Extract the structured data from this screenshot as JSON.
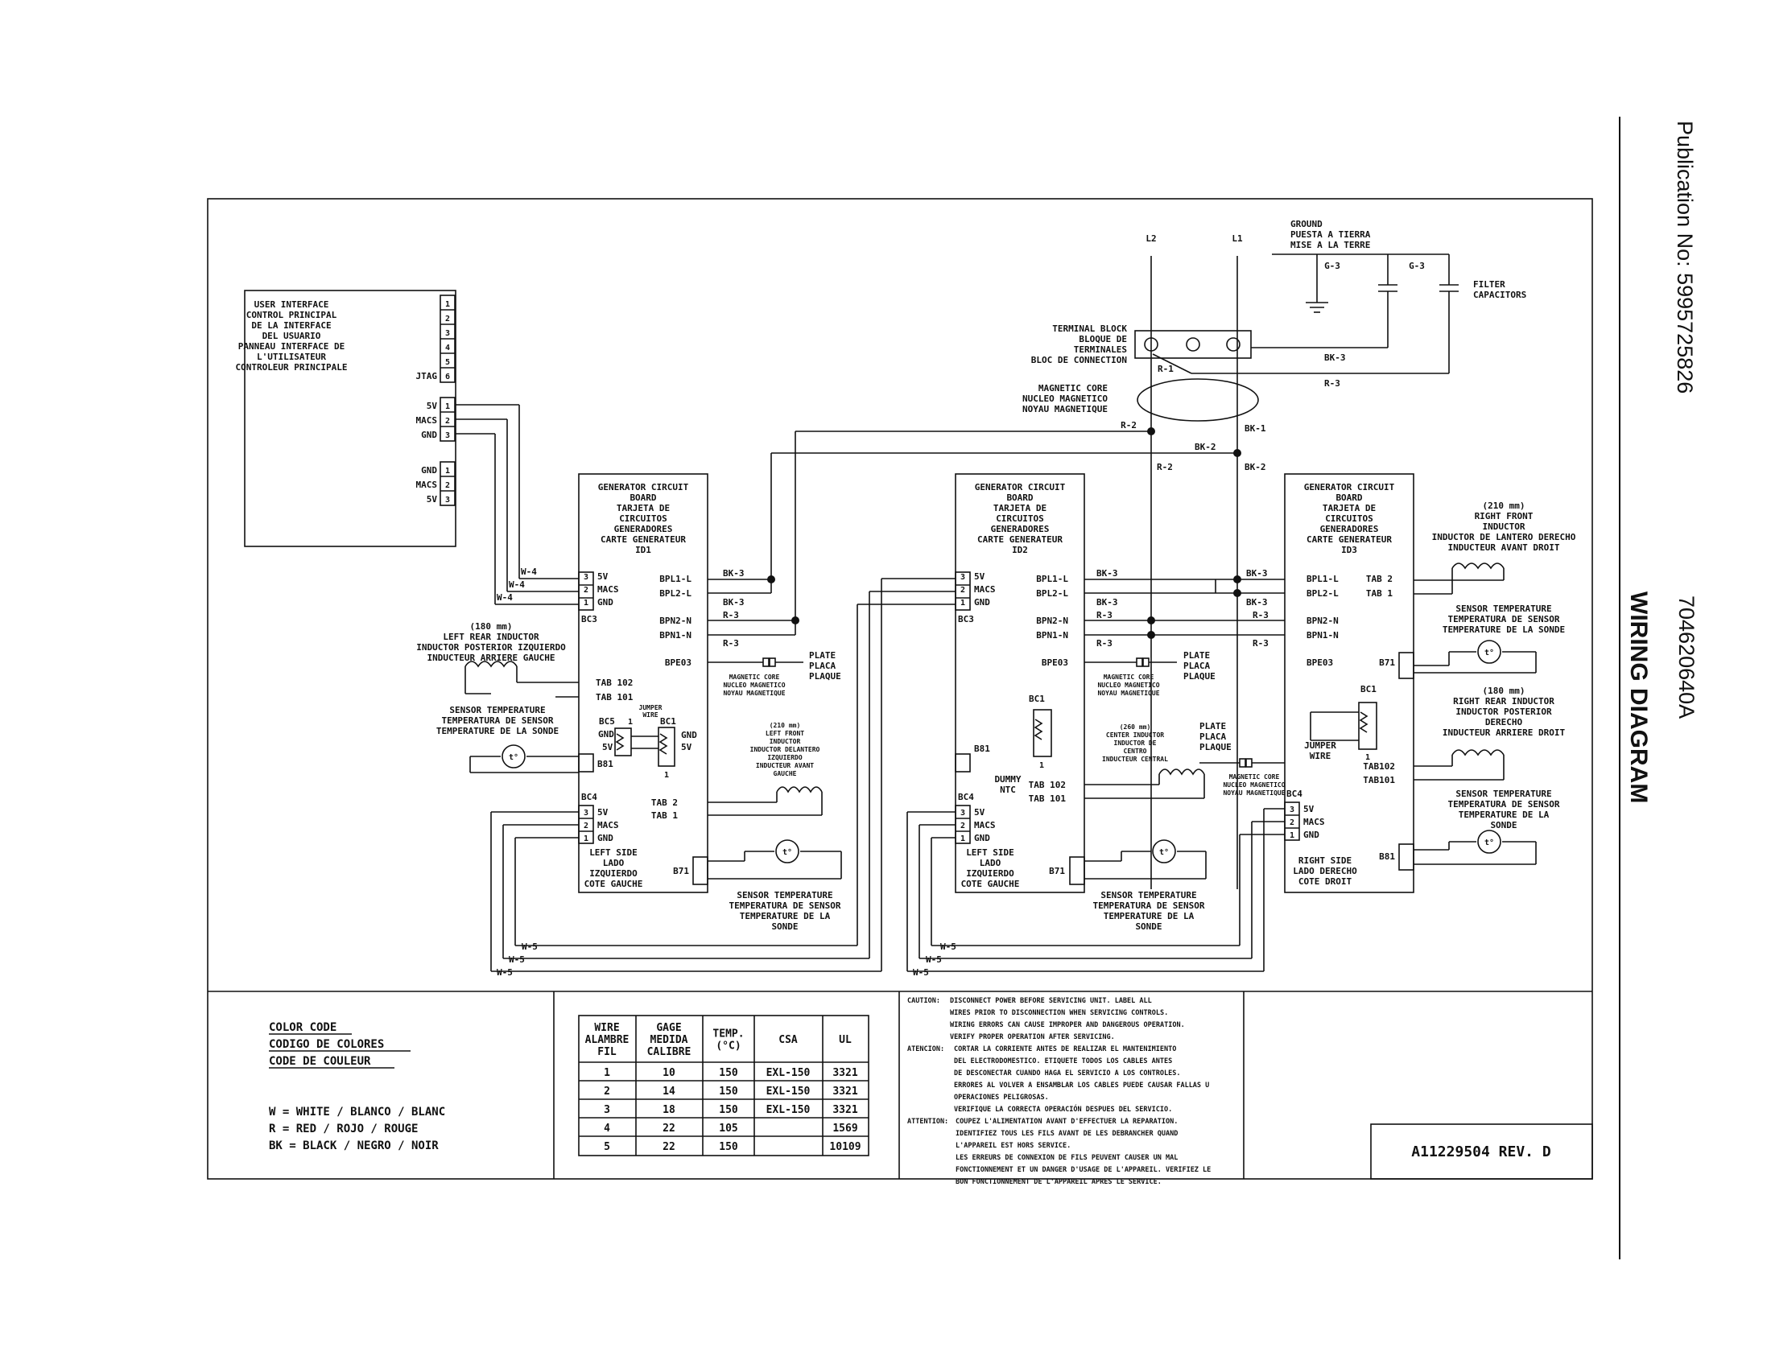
{
  "header": {
    "publication": "Publication No: 5995725826",
    "part_number": "704620640A",
    "title": "WIRING DIAGRAM"
  },
  "power": {
    "l2": "L2",
    "l1": "L1",
    "ground": [
      "GROUND",
      "PUESTA A TIERRA",
      "MISE A LA TERRE"
    ],
    "g3a": "G-3",
    "g3b": "G-3",
    "filter": [
      "FILTER",
      "CAPACITORS"
    ],
    "terminal_block": [
      "TERMINAL BLOCK",
      "BLOQUE DE",
      "TERMINALES",
      "BLOC DE CONNECTION"
    ],
    "r1": "R-1",
    "bk3": "BK-3",
    "r3": "R-3",
    "magnetic_core": [
      "MAGNETIC CORE",
      "NUCLEO MAGNETICO",
      "NOYAU MAGNETIQUE"
    ],
    "r2a": "R-2",
    "bk1": "BK-1",
    "bk2a": "BK-2",
    "r2b": "R-2",
    "bk2b": "BK-2"
  },
  "ui": {
    "title": [
      "USER INTERFACE",
      "CONTROL PRINCIPAL",
      "DE LA INTERFACE",
      "DEL USUARIO",
      "PANNEAU INTERFACE DE",
      "L'UTILISATEUR",
      "CONTROLEUR PRINCIPALE"
    ],
    "pins1": [
      "1",
      "2",
      "3",
      "4",
      "5",
      "6"
    ],
    "jtag": "JTAG",
    "pins2_labels": [
      "5V",
      "MACS",
      "GND"
    ],
    "pins2": [
      "1",
      "2",
      "3"
    ],
    "pins3_labels": [
      "GND",
      "MACS",
      "5V"
    ],
    "pins3": [
      "1",
      "2",
      "3"
    ]
  },
  "board_title": [
    "GENERATOR CIRCUIT",
    "BOARD",
    "TARJETA DE",
    "CIRCUITOS",
    "GENERADORES",
    "CARTE GENERATEUR"
  ],
  "board_ids": [
    "ID1",
    "ID2",
    "ID3"
  ],
  "common": {
    "bc3": "BC3",
    "bc4": "BC4",
    "v5": "5V",
    "macs": "MACS",
    "gnd": "GND",
    "p1": "1",
    "p2": "2",
    "p3": "3",
    "bpl1": "BPL1-L",
    "bpl2": "BPL2-L",
    "bpn2": "BPN2-N",
    "bpn1": "BPN1-N",
    "bpe03": "BPE03",
    "bk3": "BK-3",
    "r3": "R-3",
    "w4": "W-4",
    "w5": "W-5",
    "b71": "B71",
    "b81": "B81",
    "bc1": "BC1",
    "tab2": "TAB 2",
    "tab1": "TAB 1",
    "tab102": "TAB 102",
    "tab101": "TAB 101",
    "tab102c": "TAB102",
    "tab101c": "TAB101",
    "jumper": [
      "JUMPER",
      "WIRE"
    ],
    "plate": [
      "PLATE",
      "PLACA",
      "PLAQUE"
    ],
    "magcore_small": [
      "MAGNETIC CORE",
      "NUCLEO MAGNETICO",
      "NOYAU MAGNETIQUE"
    ],
    "sensor": [
      "SENSOR TEMPERATURE",
      "TEMPERATURA DE SENSOR",
      "TEMPERATURE DE LA",
      "SONDE"
    ],
    "sensor3": [
      "SENSOR TEMPERATURE",
      "TEMPERATURA DE SENSOR",
      "TEMPERATURE DE LA SONDE"
    ],
    "t": "t°"
  },
  "left": {
    "left_side": [
      "LEFT SIDE",
      "LADO",
      "IZQUIERDO",
      "COTE GAUCHE"
    ],
    "rear_inductor": [
      "(180 mm)",
      "LEFT REAR INDUCTOR",
      "INDUCTOR POSTERIOR IZQUIERDO",
      "INDUCTEUR ARRIERE GAUCHE"
    ],
    "front_inductor": [
      "(210 mm)",
      "LEFT FRONT",
      "INDUCTOR",
      "INDUCTOR DELANTERO",
      "IZQUIERDO",
      "INDUCTEUR AVANT",
      "GAUCHE"
    ],
    "bc5": "BC5",
    "bc5_pin": "1",
    "bc1_pin": "1",
    "jumper_small": [
      "JUMPER",
      "WIRE"
    ]
  },
  "center": {
    "dummy_ntc": [
      "DUMMY",
      "NTC"
    ],
    "center_inductor": [
      "(260 mm)",
      "CENTER INDUCTOR",
      "INDUCTOR DE",
      "CENTRO",
      "INDUCTEUR CENTRAL"
    ],
    "bc1_pin": "1"
  },
  "right": {
    "right_side": [
      "RIGHT SIDE",
      "LADO DERECHO",
      "COTE DROIT"
    ],
    "front_inductor": [
      "(210 mm)",
      "RIGHT FRONT",
      "INDUCTOR",
      "INDUCTOR DE LANTERO DERECHO",
      "INDUCTEUR AVANT DROIT"
    ],
    "rear_inductor": [
      "(180 mm)",
      "RIGHT REAR INDUCTOR",
      "INDUCTOR POSTERIOR",
      "DERECHO",
      "INDUCTEUR ARRIERE DROIT"
    ],
    "bc1_pin": "1"
  },
  "color_code": {
    "title": [
      "COLOR CODE",
      "CODIGO DE COLORES",
      "CODE DE COULEUR"
    ],
    "entries": [
      "W   = WHITE / BLANCO / BLANC",
      "R   = RED / ROJO / ROUGE",
      "BK  = BLACK / NEGRO / NOIR"
    ]
  },
  "wire_table": {
    "headers": [
      [
        "WIRE",
        "ALAMBRE",
        "FIL"
      ],
      [
        "GAGE",
        "MEDIDA",
        "CALIBRE"
      ],
      [
        "TEMP.",
        "(°C)"
      ],
      [
        "CSA"
      ],
      [
        "UL"
      ]
    ],
    "rows": [
      [
        "1",
        "10",
        "150",
        "EXL-150",
        "3321"
      ],
      [
        "2",
        "14",
        "150",
        "EXL-150",
        "3321"
      ],
      [
        "3",
        "18",
        "150",
        "EXL-150",
        "3321"
      ],
      [
        "4",
        "22",
        "105",
        "",
        "1569"
      ],
      [
        "5",
        "22",
        "150",
        "",
        "10109"
      ]
    ]
  },
  "caution": {
    "caution_label": "CAUTION:",
    "caution_lines": [
      "DISCONNECT POWER BEFORE SERVICING UNIT. LABEL ALL",
      "WIRES PRIOR TO DISCONNECTION WHEN SERVICING CONTROLS.",
      "WIRING ERRORS CAN CAUSE IMPROPER AND DANGEROUS OPERATION.",
      "VERIFY PROPER OPERATION AFTER SERVICING."
    ],
    "atencion_label": "ATENCION:",
    "atencion_lines": [
      "CORTAR LA CORRIENTE ANTES DE REALIZAR EL MANTENIMIENTO",
      "DEL ELECTRODOMESTICO. ETIQUETE TODOS LOS CABLES ANTES",
      "DE DESCONECTAR CUANDO HAGA EL SERVICIO A LOS CONTROLES.",
      "ERRORES AL VOLVER A ENSAMBLAR LOS CABLES PUEDE CAUSAR FALLAS U",
      "OPERACIONES PELIGROSAS.",
      "VERIFIQUE LA CORRECTA OPERACIÓN DESPUES DEL SERVICIO."
    ],
    "attention_label": "ATTENTION:",
    "attention_lines": [
      "COUPEZ L'ALIMENTATION AVANT D'EFFECTUER LA REPARATION.",
      "IDENTIFIEZ TOUS LES FILS AVANT DE LES DEBRANCHER QUAND",
      "L'APPAREIL EST HORS SERVICE.",
      "LES ERREURS DE CONNEXION DE FILS PEUVENT CAUSER UN MAL",
      "FONCTIONNEMENT ET UN DANGER D'USAGE DE L'APPAREIL. VERIFIEZ LE",
      "BON FONCTIONNEMENT DE L'APPAREIL APRES LE SERVICE."
    ]
  },
  "revision": "A11229504  REV. D"
}
